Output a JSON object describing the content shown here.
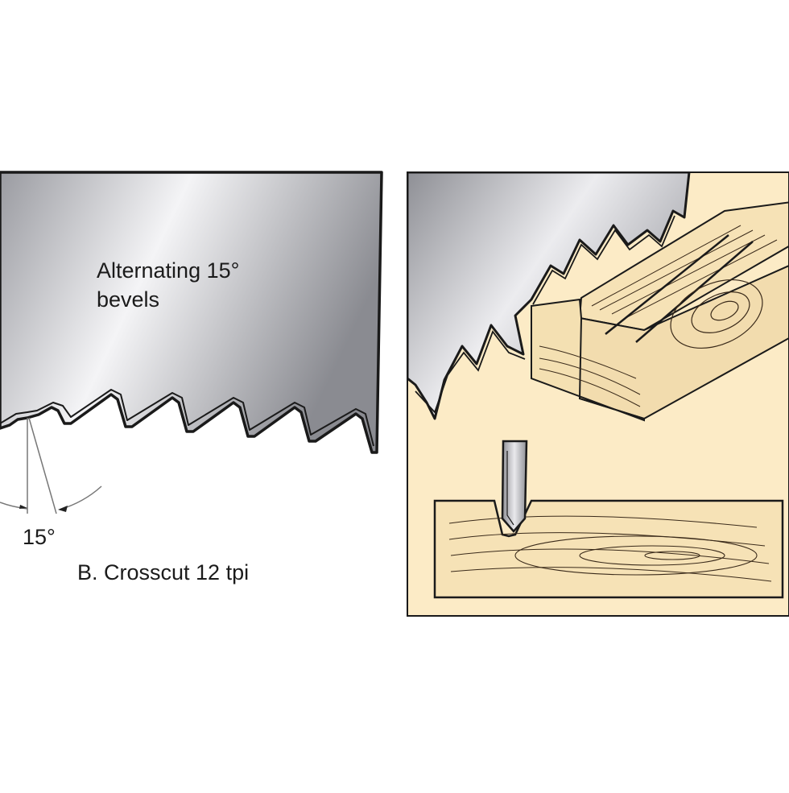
{
  "left_panel": {
    "bevel_label_line1": "Alternating 15°",
    "bevel_label_line2": "bevels",
    "angle_label": "15°",
    "caption": "B. Crosscut 12 tpi"
  },
  "colors": {
    "blade_dark": "#8d8e94",
    "blade_light": "#f1f1f3",
    "outline": "#1a1a1a",
    "background": "#ffffff",
    "panel_bg": "#fcebc6",
    "wood": "#f6e2b6",
    "grain": "#3a2a1a"
  },
  "icons": [
    "saw-blade-icon",
    "crosscut-in-wood-icon",
    "kerf-cross-section-icon"
  ]
}
